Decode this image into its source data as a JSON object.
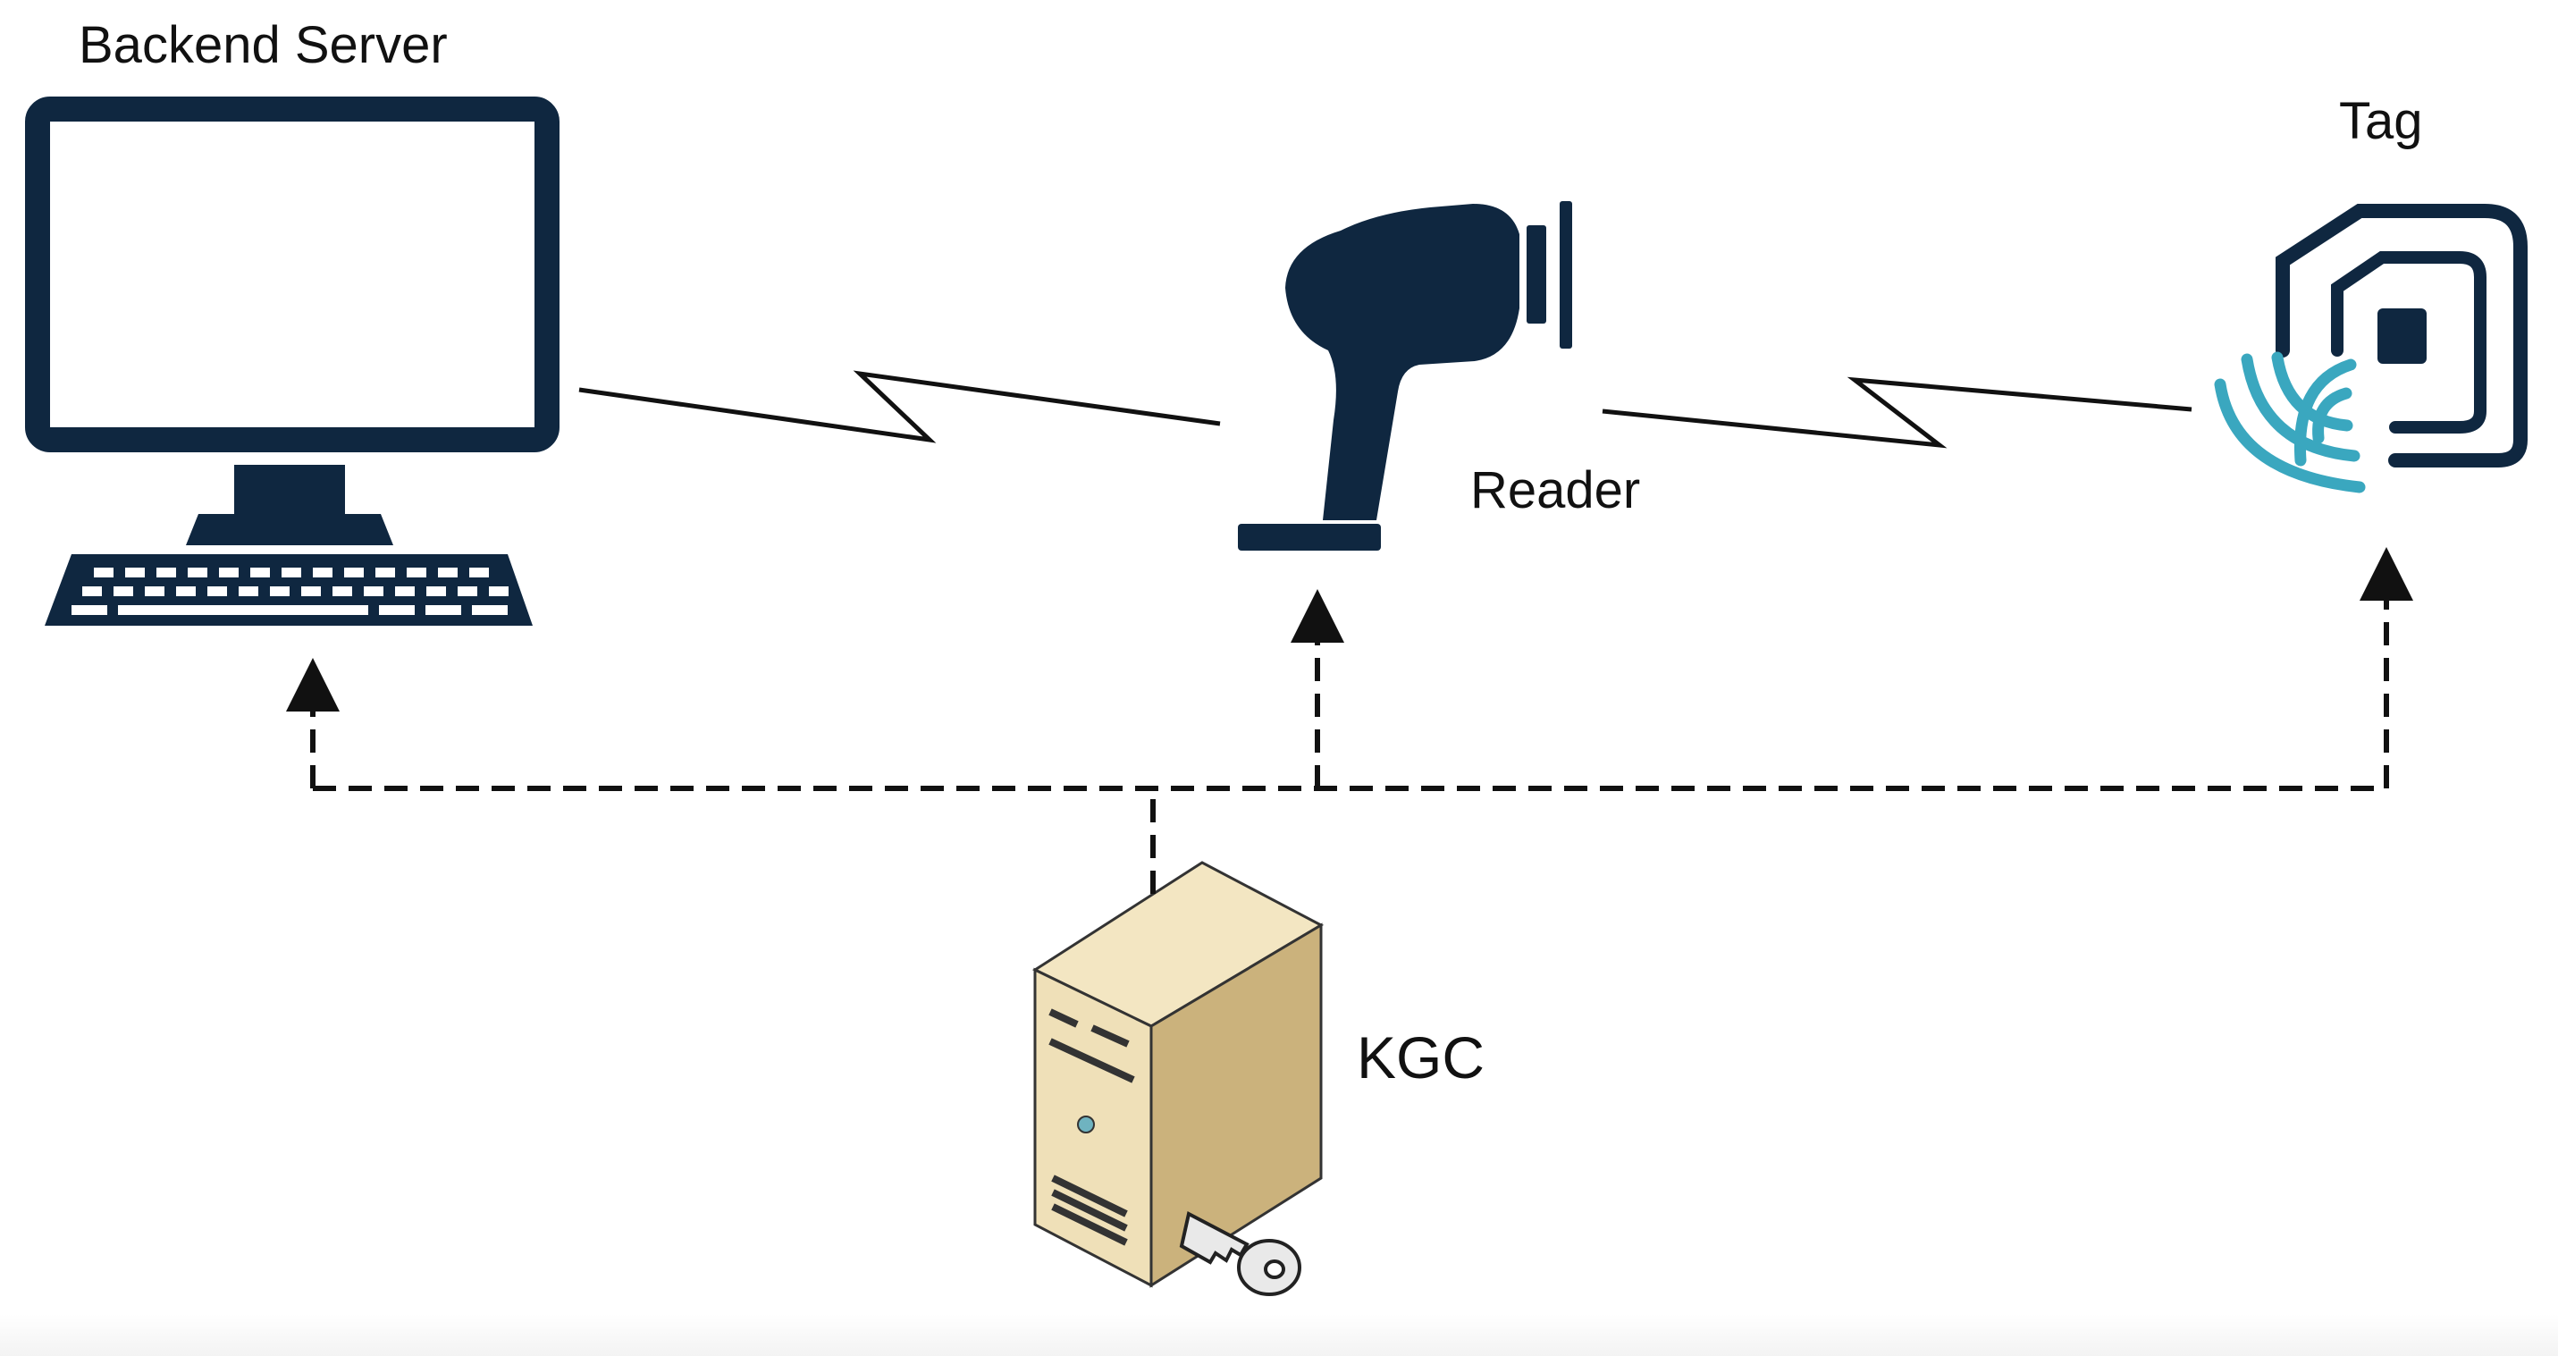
{
  "nodes": {
    "backend_server": {
      "label": "Backend Server",
      "icon": "desktop-computer-icon"
    },
    "reader": {
      "label": "Reader",
      "icon": "rfid-reader-icon"
    },
    "tag": {
      "label": "Tag",
      "icon": "rfid-tag-icon"
    },
    "kgc": {
      "label": "KGC",
      "icon": "server-with-key-icon"
    }
  },
  "links": {
    "wireless": [
      {
        "from": "backend_server",
        "to": "reader",
        "style": "zigzag-solid"
      },
      {
        "from": "reader",
        "to": "tag",
        "style": "zigzag-solid"
      }
    ],
    "key_distribution": [
      {
        "from": "kgc",
        "to": "backend_server",
        "style": "dashed-arrow"
      },
      {
        "from": "kgc",
        "to": "reader",
        "style": "dashed-arrow"
      },
      {
        "from": "kgc",
        "to": "tag",
        "style": "dashed-arrow"
      }
    ]
  },
  "colors": {
    "device_navy": "#0f2740",
    "wave_teal": "#3aa7bf",
    "server_beige": "#efe0b8",
    "server_side": "#cbb27c",
    "line": "#111111"
  }
}
